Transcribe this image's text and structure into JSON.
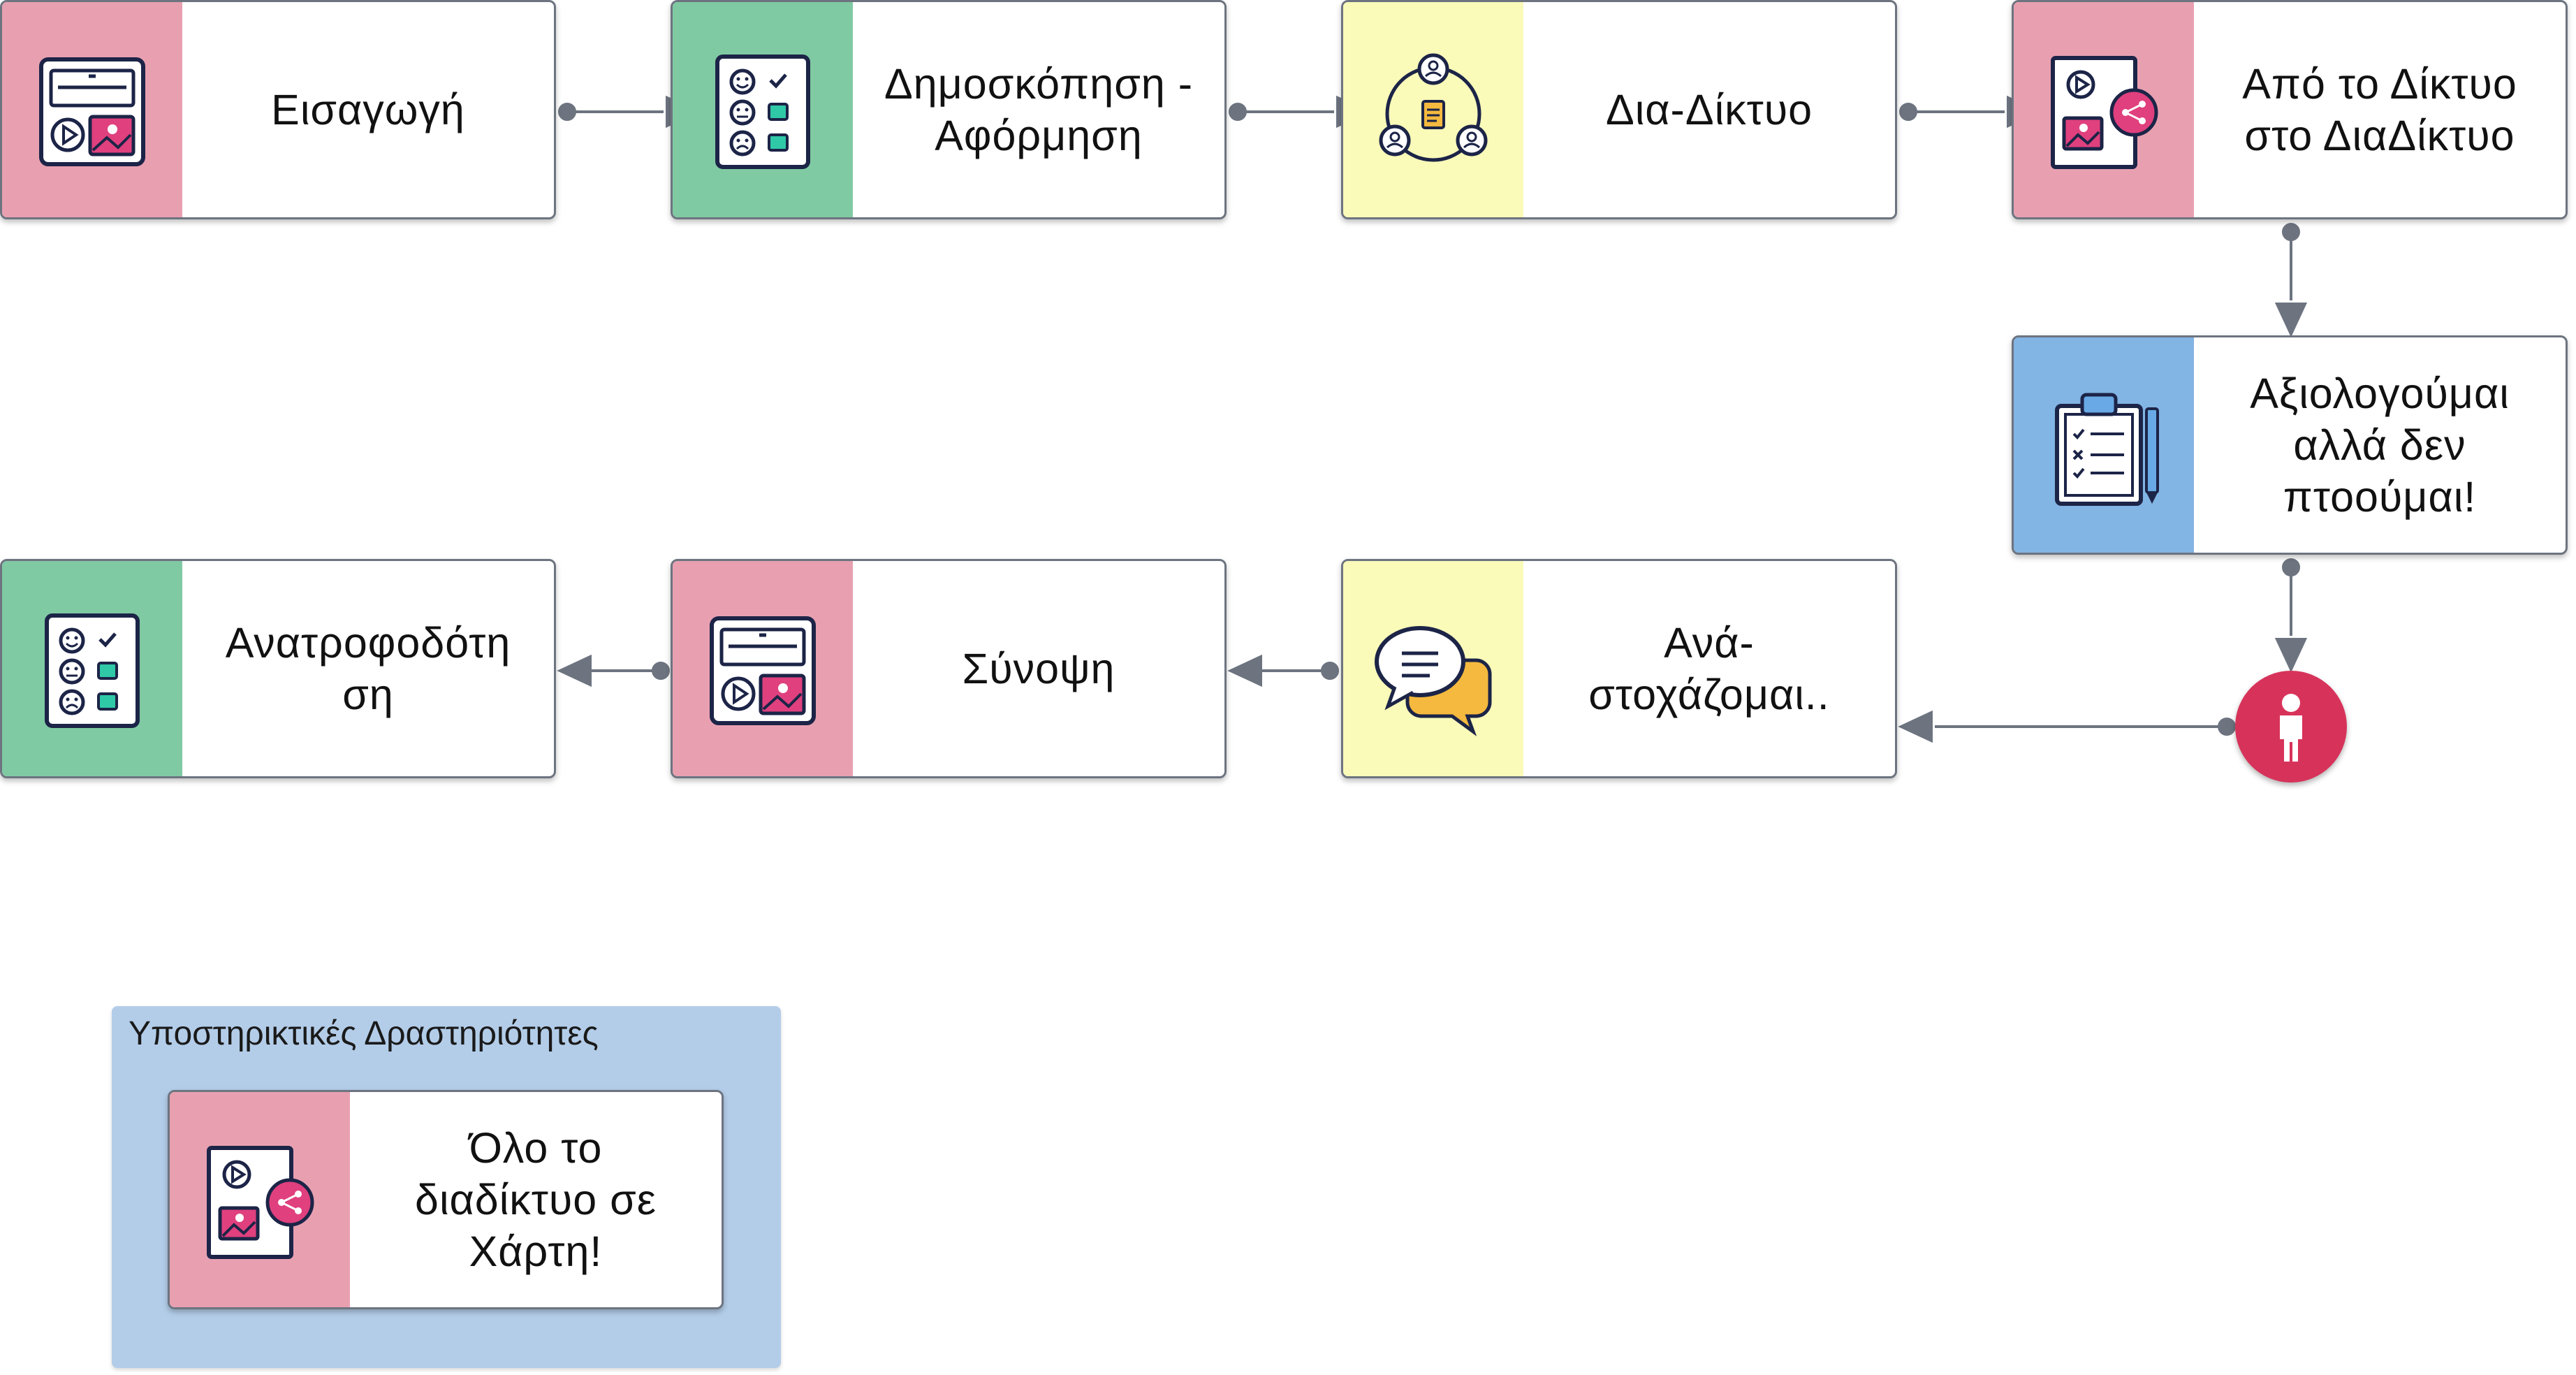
{
  "steps": [
    {
      "id": "intro",
      "label": "Εισαγωγή",
      "color": "pink",
      "icon": "media-board-icon"
    },
    {
      "id": "poll",
      "label": "Δημοσκόπηση -\nΑφόρμηση",
      "color": "green",
      "icon": "survey-icon"
    },
    {
      "id": "network",
      "label": "Δια-Δίκτυο",
      "color": "yellow",
      "icon": "network-icon"
    },
    {
      "id": "web",
      "label": "Από το Δίκτυο\nστο ΔιαΔίκτυο",
      "color": "pink",
      "icon": "media-share-icon"
    },
    {
      "id": "assess",
      "label": "Αξιολογούμαι\nαλλά δεν\nπτοούμαι!",
      "color": "blue",
      "icon": "clipboard-icon"
    },
    {
      "id": "reflect",
      "label": "Ανά-\nστοχάζομαι..",
      "color": "yellow",
      "icon": "chat-icon"
    },
    {
      "id": "summary",
      "label": "Σύνοψη",
      "color": "pink",
      "icon": "media-board-icon"
    },
    {
      "id": "feedback",
      "label": "Ανατροφοδότη\nση",
      "color": "green",
      "icon": "survey-icon"
    }
  ],
  "support": {
    "title": "Υποστηρικτικές Δραστηριότητες",
    "item": {
      "label": "Όλο το\nδιαδίκτυο σε\nΧάρτη!",
      "color": "pink",
      "icon": "media-share-icon"
    }
  },
  "person": {
    "icon": "person-icon"
  },
  "colors": {
    "pink": "#e8a0b1",
    "green": "#80caa3",
    "yellow": "#fafab9",
    "blue": "#82b4e4",
    "connector": "#6d7480",
    "person": "#d7335a",
    "group": "#b3cde9"
  }
}
